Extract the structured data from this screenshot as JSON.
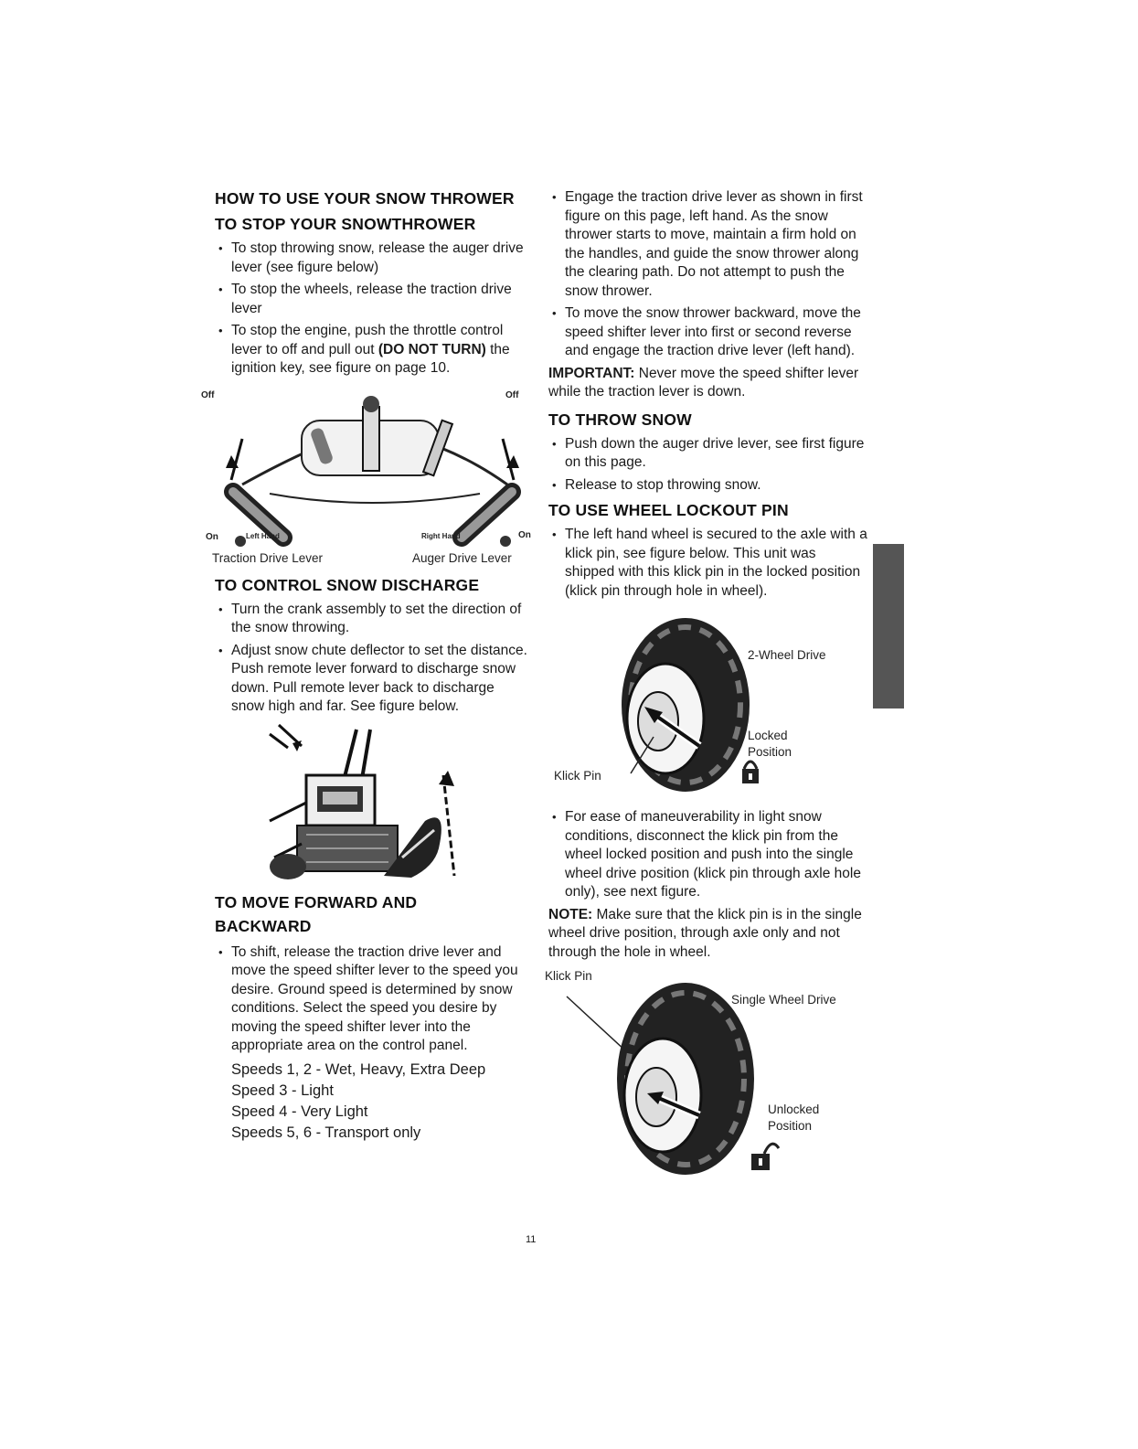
{
  "left": {
    "title": "HOW TO USE YOUR SNOW THROWER",
    "stop": {
      "heading": "TO STOP YOUR SNOWTHROWER",
      "items": [
        "To stop throwing snow, release the auger drive lever (see figure below)",
        "To stop the wheels, release the traction drive lever"
      ],
      "engine_pre": "To stop the engine, push the throttle control lever to off and pull out ",
      "engine_bold": "(DO NOT TURN)",
      "engine_post": " the ignition key, see figure on page 10."
    },
    "lever_figure": {
      "off_left": "Off",
      "off_right": "Off",
      "on_left": "On",
      "on_right": "On",
      "left_hand": "Left Hand",
      "right_hand": "Right Hand",
      "traction_caption": "Traction Drive Lever",
      "auger_caption": "Auger Drive Lever"
    },
    "discharge": {
      "heading": "TO CONTROL SNOW DISCHARGE",
      "items": [
        "Turn the crank assembly to set the direction of the snow throwing.",
        "Adjust snow chute deflector to set the distance. Push remote lever forward to discharge snow down. Pull remote lever back to discharge snow high and far. See figure below."
      ]
    },
    "move": {
      "heading_line1": "TO MOVE FORWARD AND",
      "heading_line2": "BACKWARD",
      "item": "To shift, release the traction drive lever and move the speed shifter lever to the speed you desire. Ground speed is determined by snow conditions. Select the speed you desire by moving the speed shifter lever into the appropriate area on the control panel.",
      "speeds": [
        "Speeds 1, 2 - Wet, Heavy, Extra Deep",
        "Speed 3 - Light",
        "Speed 4 - Very Light",
        "Speeds 5, 6 - Transport only"
      ]
    }
  },
  "right": {
    "items_top": [
      "Engage the traction drive lever as shown in first figure on this page, left hand. As the snow thrower starts to move, maintain a firm hold on the handles, and guide the snow thrower along the clearing path. Do not attempt to push the snow thrower.",
      "To move the snow thrower backward, move the speed shifter lever into first or second reverse and engage the traction drive lever (left hand)."
    ],
    "important_label": "IMPORTANT:",
    "important_text": " Never move the speed shifter lever while the traction lever is down.",
    "throw": {
      "heading": "TO THROW SNOW",
      "items": [
        "Push down the auger drive lever, see first figure on this page.",
        "Release to stop throwing snow."
      ]
    },
    "lockout": {
      "heading": "TO USE WHEEL LOCKOUT PIN",
      "items": [
        "The left hand wheel is secured to the axle with a klick pin, see figure below. This unit was shipped with this klick pin in the locked position (klick pin through hole in wheel)."
      ],
      "fig1": {
        "drive": "2-Wheel Drive",
        "locked": "Locked",
        "position": "Position",
        "pin": "Klick Pin"
      },
      "item2": "For ease of maneuverability in light snow conditions, disconnect the klick pin from the wheel locked position and push into the single wheel drive position (klick pin through axle hole only), see next figure.",
      "note_label": "NOTE:",
      "note_text": " Make sure that the klick pin is in the single wheel drive position, through axle only and not through the hole in wheel.",
      "fig2": {
        "pin": "Klick Pin",
        "drive": "Single Wheel Drive",
        "unlocked": "Unlocked",
        "position": "Position"
      }
    }
  },
  "page_number": "11"
}
